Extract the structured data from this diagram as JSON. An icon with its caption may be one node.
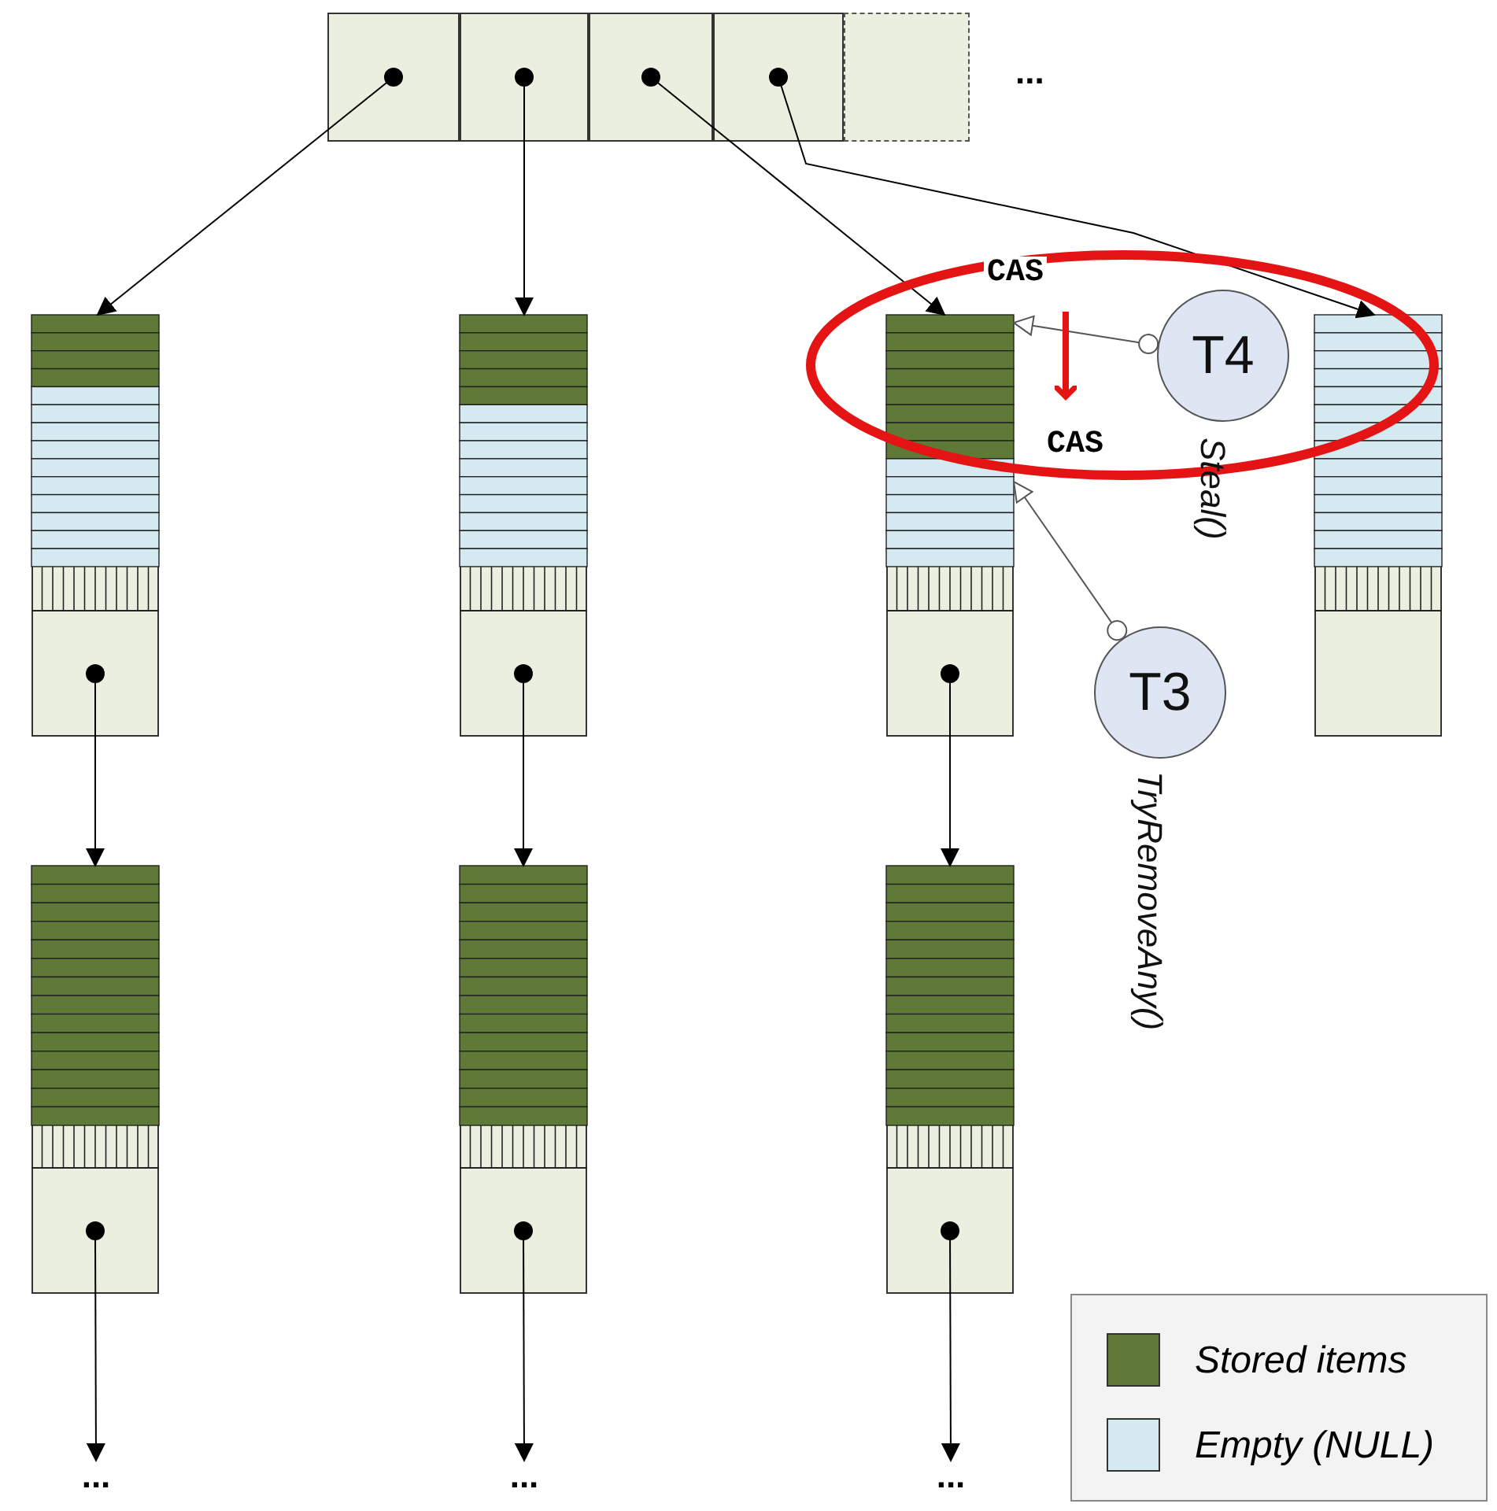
{
  "diagram": {
    "nodes": [
      {
        "text": [],
        "shape": "box"
      },
      {
        "text": [],
        "shape": "box"
      },
      {
        "text": [],
        "shape": "box"
      },
      {
        "text": [],
        "shape": "box"
      },
      {
        "text": [],
        "shape": "box"
      },
      {
        "text": [],
        "shape": "box"
      },
      {
        "text": [],
        "shape": "box"
      },
      {
        "text": [],
        "shape": "box"
      },
      {
        "text": [
          "T4"
        ],
        "beside": [
          "Steal()"
        ]
      },
      {
        "text": [],
        "shape": "box"
      },
      {
        "text": [
          "T3"
        ],
        "beside": [
          "TryRemoveAny()"
        ]
      },
      {
        "text": [],
        "shape": "box"
      },
      {
        "text": [],
        "shape": "box"
      },
      {
        "text": [],
        "shape": "box"
      },
      {
        "text": [
          "..."
        ]
      },
      {
        "text": [
          "..."
        ]
      },
      {
        "text": [
          "..."
        ]
      }
    ],
    "edges": [
      {
        "from": 0,
        "to": 5,
        "arrow": "to"
      },
      {
        "from": 1,
        "to": 6,
        "arrow": "to"
      },
      {
        "from": 2,
        "to": 7,
        "arrow": "to"
      },
      {
        "from": 3,
        "to": 9,
        "arrow": "to"
      },
      {
        "from": 8,
        "to": 7,
        "arrow": "to",
        "label": "CAS"
      },
      {
        "from": 10,
        "to": 7,
        "arrow": "to",
        "label": "CAS"
      },
      {
        "from": 5,
        "to": 11,
        "arrow": "to"
      },
      {
        "from": 6,
        "to": 12,
        "arrow": "to"
      },
      {
        "from": 7,
        "to": 13,
        "arrow": "to"
      },
      {
        "from": 11,
        "to": 14,
        "arrow": "to"
      },
      {
        "from": 12,
        "to": 15,
        "arrow": "to"
      },
      {
        "from": 13,
        "to": 16,
        "arrow": "to"
      }
    ],
    "labels": [
      "..."
    ],
    "legend": [
      {
        "text": "Stored items",
        "color": "#5f7a36"
      },
      {
        "text": "Empty (NULL)",
        "color": "#d5e9f0"
      }
    ]
  }
}
